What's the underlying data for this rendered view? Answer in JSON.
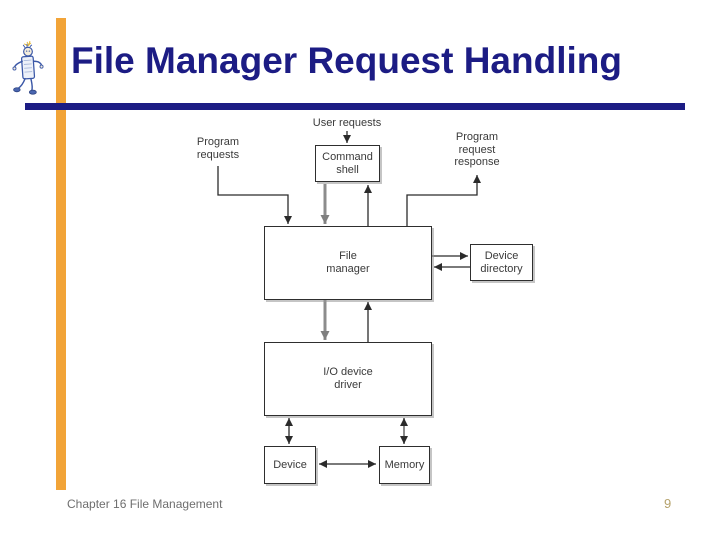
{
  "slide": {
    "title": "File Manager Request Handling"
  },
  "footer": {
    "chapter": "Chapter 16 File Management",
    "page": "9"
  },
  "colors": {
    "accent_bar": "#F2A438",
    "heading_navy": "#1C1C84",
    "footer_text": "#6E6E6E",
    "page_number_gold": "#B5A26B",
    "connector_black": "#2B2B2B",
    "connector_gray": "#8C8C8C",
    "box_border": "#2E2E2E"
  },
  "icons": {
    "logo": "dancing-scroll-figure-icon"
  },
  "diagram": {
    "boxes": {
      "command_shell": "Command\nshell",
      "file_manager": "File\nmanager",
      "device_directory": "Device\ndirectory",
      "io_device_driver": "I/O device\ndriver",
      "device": "Device",
      "memory": "Memory"
    },
    "labels": {
      "user_requests": "User requests",
      "program_requests": "Program\nrequests",
      "program_request_response": "Program\nrequest\nresponse"
    }
  }
}
